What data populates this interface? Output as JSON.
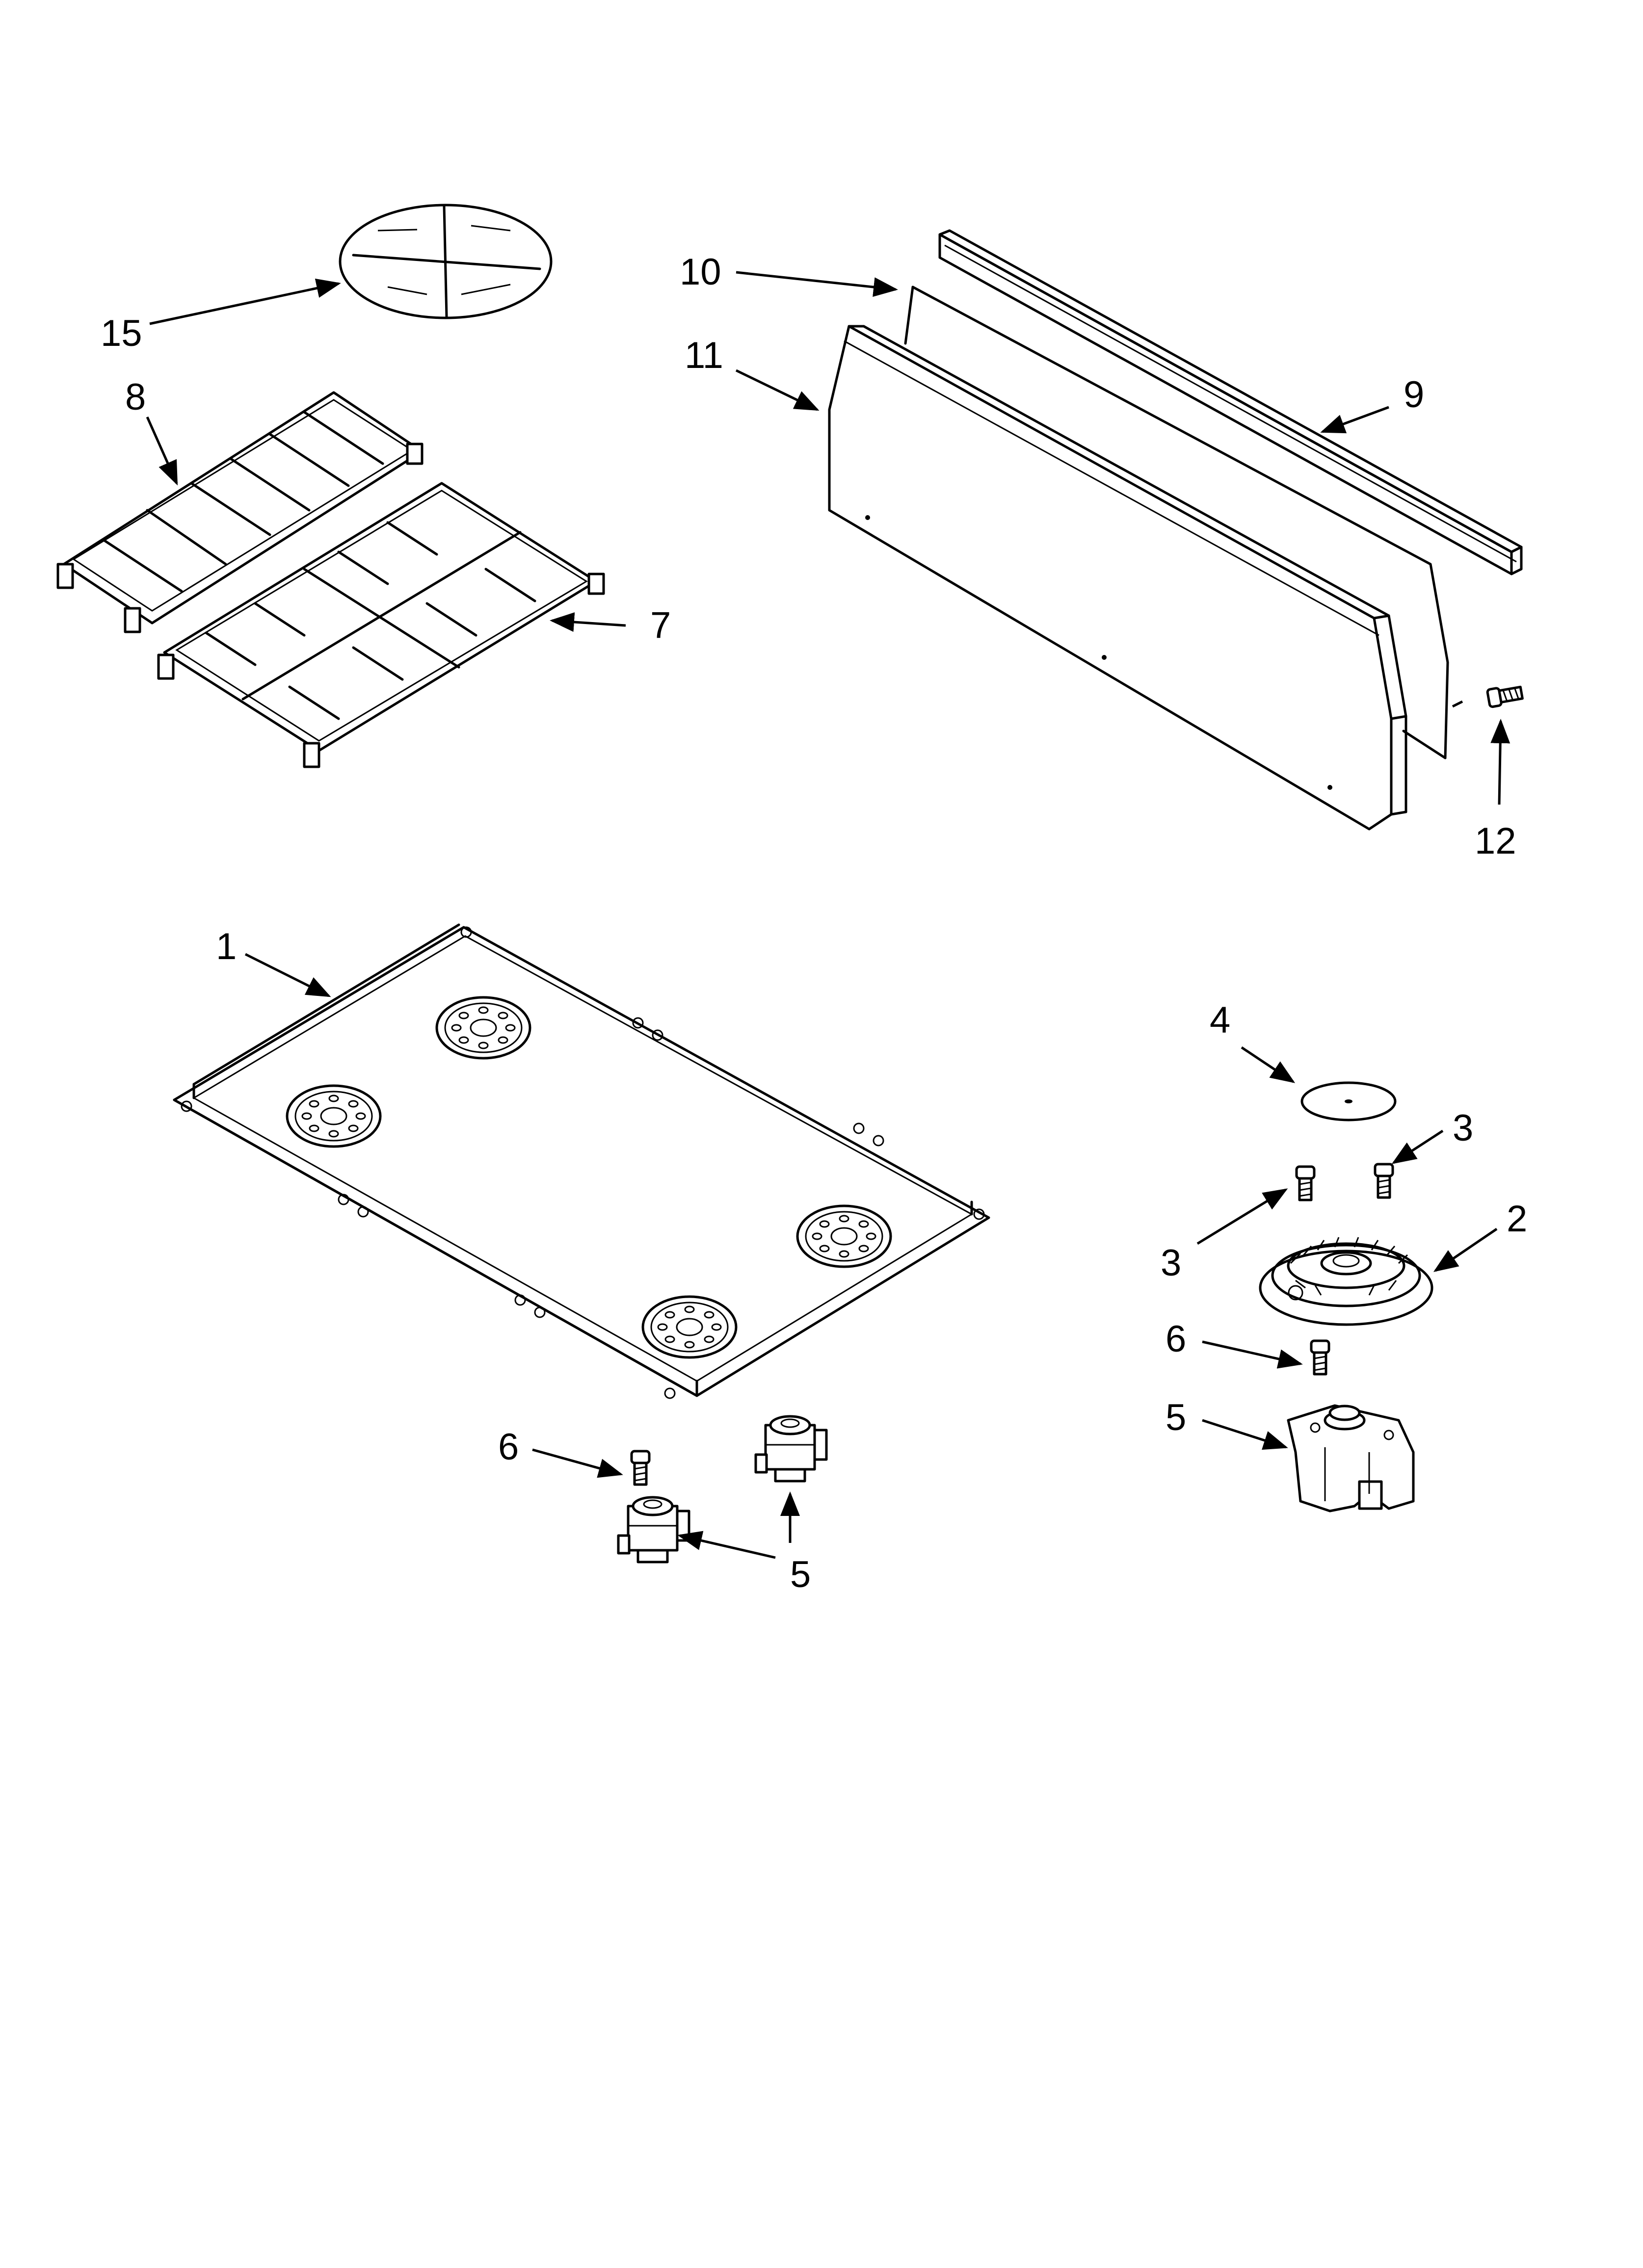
{
  "callouts": {
    "c1": "1",
    "c2": "2",
    "c3a": "3",
    "c3b": "3",
    "c4": "4",
    "c5a": "5",
    "c5b": "5",
    "c6a": "6",
    "c6b": "6",
    "c7": "7",
    "c8": "8",
    "c9": "9",
    "c10": "10",
    "c11": "11",
    "c12": "12",
    "c15": "15"
  },
  "parts": [
    {
      "id": "1",
      "name": "cooktop-pan"
    },
    {
      "id": "2",
      "name": "burner-base"
    },
    {
      "id": "3",
      "name": "screw"
    },
    {
      "id": "4",
      "name": "burner-cap"
    },
    {
      "id": "5",
      "name": "burner-valve-bracket"
    },
    {
      "id": "6",
      "name": "screw"
    },
    {
      "id": "7",
      "name": "grate-large"
    },
    {
      "id": "8",
      "name": "grate-small"
    },
    {
      "id": "9",
      "name": "trim"
    },
    {
      "id": "10",
      "name": "insulation"
    },
    {
      "id": "11",
      "name": "backguard"
    },
    {
      "id": "12",
      "name": "screw"
    },
    {
      "id": "15",
      "name": "mat"
    }
  ]
}
